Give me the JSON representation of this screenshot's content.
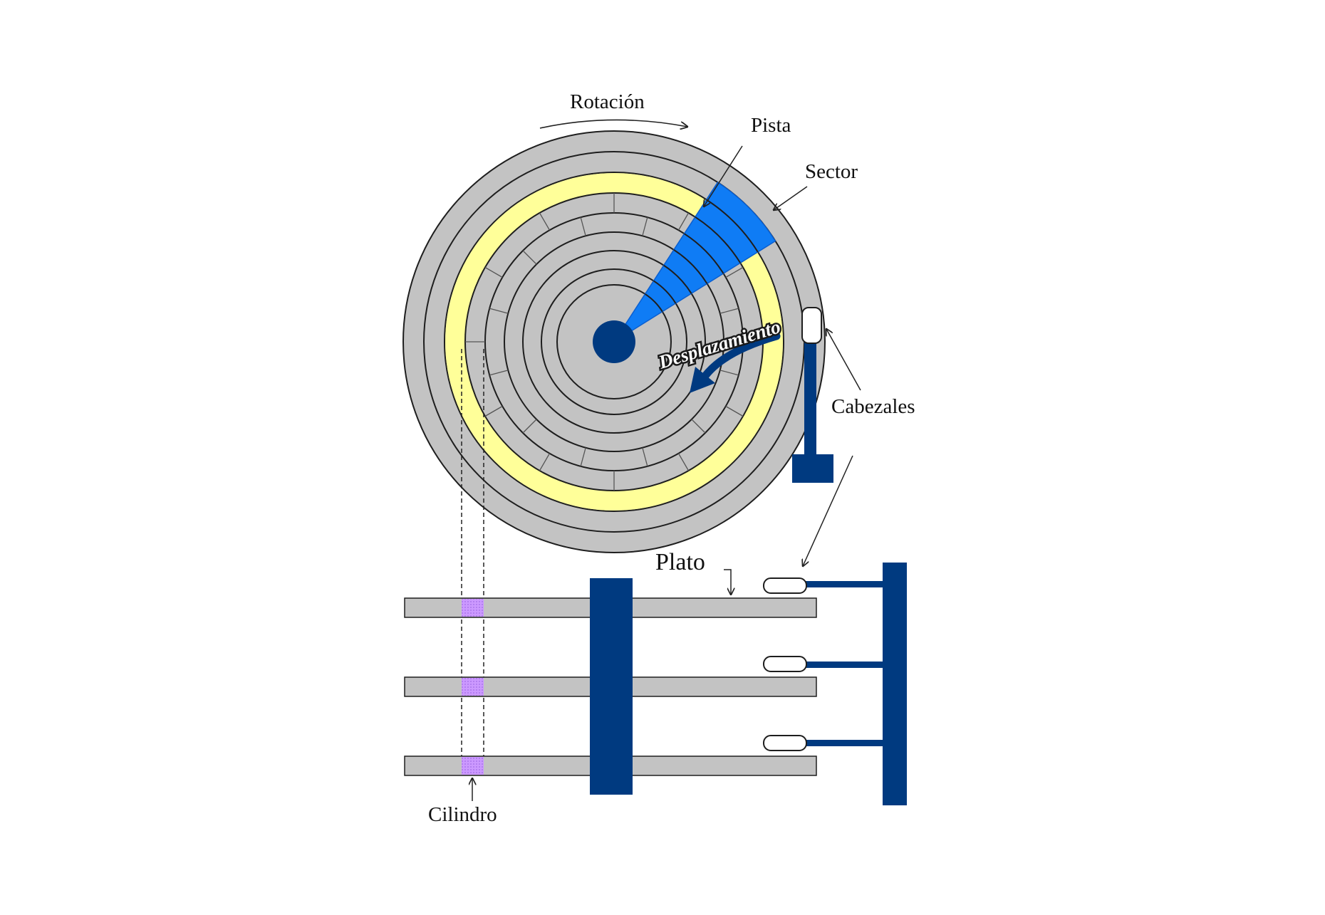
{
  "labels": {
    "rotation": "Rotación",
    "track": "Pista",
    "sector": "Sector",
    "displacement": "Desplazamiento",
    "heads": "Cabezales",
    "platter": "Plato",
    "cylinder": "Cilindro"
  },
  "colors": {
    "disk_gray": "#c3c3c3",
    "track_yellow": "#ffff99",
    "sector_blue": "#0f7cf5",
    "navy": "#003a80",
    "cylinder_violet": "#cc99ff",
    "outline": "#1e1e1e"
  },
  "icons": [
    "rotation-arrow-icon",
    "displacement-arrow-icon",
    "pointer-arrow-icon"
  ]
}
